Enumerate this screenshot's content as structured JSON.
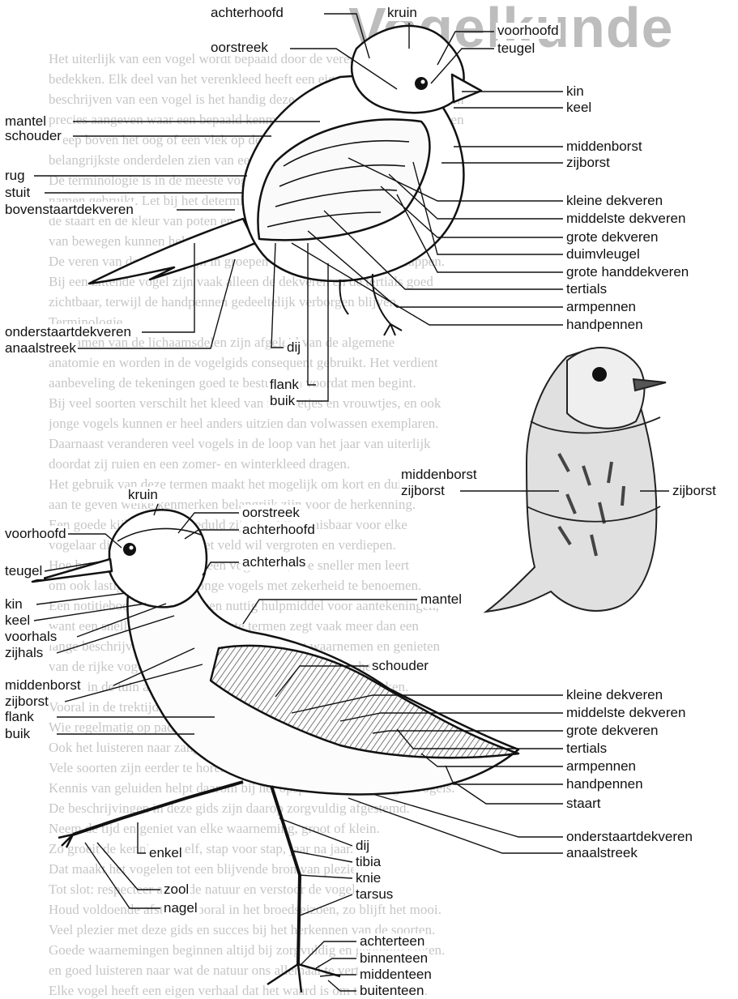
{
  "background": {
    "title": "Vogelkunde",
    "lines": [
      "Het uiterlijk van een vogel wordt bepaald door de veren die het lichaam",
      "bedekken. Elk deel van het verenkleed heeft een eigen naam en bij het",
      "beschrijven van een vogel is het handig deze namen te kennen. Zo kan men",
      "precies aangeven waar een bepaald kenmerk zich bevindt, bijvoorbeeld een",
      "streep boven het oog of een vlek op de vleugel. De tekeningen laten de",
      "belangrijkste onderdelen zien van een zangvogel en van een steltloper.",
      "De terminologie is in de meeste vogelgidsen gelijk, al worden soms andere",
      "namen gebruikt. Let bij het determineren vooral op de kop, de vleugels,",
      "de staart en de kleur van poten en snavel. Ook de houding en de manier",
      "van bewegen kunnen helpen om een soort te herkennen in het veld.",
      "De veren van de vleugel zijn in groepen verdeeld die elkaar overlappen.",
      "Bij een zittende vogel zijn vaak alleen de dekveren en de tertials goed",
      "zichtbaar, terwijl de handpennen gedeeltelijk verborgen blijven.",
      "Terminologie",
      "De namen van de lichaamsdelen zijn afgeleid van de algemene",
      "anatomie en worden in de vogelgids consequent gebruikt. Het verdient",
      "aanbeveling de tekeningen goed te bestuderen voordat men begint.",
      "Bij veel soorten verschilt het kleed van mannetjes en vrouwtjes, en ook",
      "jonge vogels kunnen er heel anders uitzien dan volwassen exemplaren.",
      "Daarnaast veranderen veel vogels in de loop van het jaar van uiterlijk",
      "doordat zij ruien en een zomer- en winterkleed dragen.",
      "Het gebruik van deze termen maakt het mogelijk om kort en duidelijk",
      "aan te geven welke kenmerken belangrijk zijn voor de herkenning.",
      "Een goede kijker en veel geduld zijn daarbij onmisbaar voor elke",
      "vogelaar die zijn kennis in het veld wil vergroten en verdiepen.",
      "Hoe beter men de bouw van een vogel kent, hoe sneller men leert",
      "om ook lastige soorten en jonge vogels met zekerheid te benoemen.",
      "Een notitieboekje is daarbij een nuttig hulpmiddel voor aantekeningen,",
      "want een snelle schets met de juiste termen zegt vaak meer dan een",
      "lange beschrijving achteraf. Veel succes bij het waarnemen en genieten",
      "van de rijke vogelwereld in ons land, in elk seizoen van het jaar.",
      "Zowel in de tuin als in het open veld is er altijd iets te ontdekken.",
      "Vooral in de trektijd kunnen onverwachte soorten opduiken.",
      "Wie regelmatig op pad gaat, bouwt zo een waardevolle ervaring op.",
      "Ook het luisteren naar zang en roep is een belangrijke vaardigheid.",
      "Vele soorten zijn eerder te horen dan te zien in het dichte groen.",
      "Kennis van geluiden helpt daarom bij het opsporen van verborgen vogels.",
      "De beschrijvingen in deze gids zijn daarop zorgvuldig afgestemd.",
      "Neem de tijd en geniet van elke waarneming, groot of klein.",
      "Zo groeit de kennis vanzelf, stap voor stap, jaar na jaar.",
      "Dat maakt het vogelen tot een blijvende bron van plezier.",
      "Tot slot: respecteer altijd de natuur en verstoor de vogels niet.",
      "Houd voldoende afstand, vooral in het broedseizoen, zo blijft het mooi.",
      "Veel plezier met deze gids en succes bij het herkennen van de soorten.",
      "Goede waarnemingen beginnen altijd bij zorgvuldig en geduldig kijken.",
      "en goed luisteren naar wat de natuur ons allemaal te vertellen heeft.",
      "Elke vogel heeft een eigen verhaal dat het waard is om te ontdekken."
    ]
  },
  "labels": {
    "top": {
      "achterhoofd": "achterhoofd",
      "kruin": "kruin",
      "voorhoofd": "voorhoofd",
      "teugel": "teugel",
      "oorstreek": "oorstreek",
      "kin": "kin",
      "keel": "keel",
      "mantel": "mantel",
      "schouder": "schouder",
      "middenborst": "middenborst",
      "zijborst": "zijborst",
      "rug": "rug",
      "stuit": "stuit",
      "bovenstaartdekveren": "bovenstaartdekveren",
      "kleine_dekveren": "kleine dekveren",
      "middelste_dekveren": "middelste dekveren",
      "grote_dekveren": "grote dekveren",
      "duimvleugel": "duimvleugel",
      "grote_handdekveren": "grote handdekveren",
      "tertials": "tertials",
      "armpennen": "armpennen",
      "handpennen": "handpennen",
      "onderstaartdekveren": "onderstaartdekveren",
      "anaalstreek": "anaalstreek",
      "dij": "dij",
      "flank": "flank",
      "buik": "buik"
    },
    "middle": {
      "middenborst": "middenborst",
      "zijborst_left": "zijborst",
      "zijborst_right": "zijborst"
    },
    "bottom": {
      "kruin": "kruin",
      "oorstreek": "oorstreek",
      "voorhoofd": "voorhoofd",
      "achterhoofd": "achterhoofd",
      "teugel": "teugel",
      "achterhals": "achterhals",
      "kin": "kin",
      "keel": "keel",
      "voorhals": "voorhals",
      "zijhals": "zijhals",
      "middenborst": "middenborst",
      "zijborst": "zijborst",
      "flank": "flank",
      "buik": "buik",
      "mantel": "mantel",
      "schouder": "schouder",
      "kleine_dekveren": "kleine dekveren",
      "middelste_dekveren": "middelste dekveren",
      "grote_dekveren": "grote dekveren",
      "tertials": "tertials",
      "armpennen": "armpennen",
      "handpennen": "handpennen",
      "staart": "staart",
      "onderstaartdekveren": "onderstaartdekveren",
      "anaalstreek": "anaalstreek",
      "enkel": "enkel",
      "dij": "dij",
      "tibia": "tibia",
      "knie": "knie",
      "tarsus": "tarsus",
      "zool": "zool",
      "nagel": "nagel",
      "achterteen": "achterteen",
      "binnenteen": "binnenteen",
      "middenteen": "middenteen",
      "buitenteen": "buitenteen"
    }
  }
}
